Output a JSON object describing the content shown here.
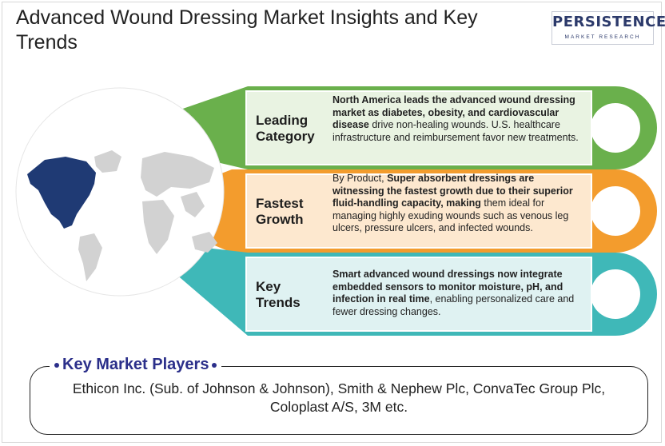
{
  "title": "Advanced Wound Dressing Market Insights and Key Trends",
  "logo": {
    "word": "PERSISTENCE",
    "tagline": "MARKET RESEARCH"
  },
  "colors": {
    "green": "#6ab04c",
    "orange": "#f39c2d",
    "teal": "#3fb8b8",
    "map_highlight": "#1f3a74",
    "map_base": "#d2d2d2",
    "players_title": "#2b2f8a"
  },
  "cards": [
    {
      "label_line1": "Leading",
      "label_line2": "Category",
      "bold_text": "North America leads the advanced wound dressing market as diabetes, obesity, and cardiovascular disease",
      "normal_text": " drive non-healing wounds. U.S. healthcare infrastructure and reimbursement favor new treatments."
    },
    {
      "label_line1": "Fastest",
      "label_line2": "Growth",
      "prefix_text": "By Product, ",
      "bold_text": "Super absorbent dressings are witnessing the fastest growth due to their superior fluid-handling capacity, making",
      "normal_text": " them ideal for managing highly exuding wounds such as venous leg ulcers, pressure ulcers, and infected wounds."
    },
    {
      "label_line1": "Key",
      "label_line2": "Trends",
      "bold_text": "Smart advanced wound dressings now integrate embedded sensors to monitor moisture, pH, and infection in real time",
      "normal_text": ", enabling personalized care and fewer dressing changes."
    }
  ],
  "players": {
    "title": "Key Market Players",
    "text": "Ethicon Inc. (Sub. of Johnson & Johnson), Smith & Nephew Plc, ConvaTec Group Plc, Coloplast A/S, 3M etc."
  }
}
